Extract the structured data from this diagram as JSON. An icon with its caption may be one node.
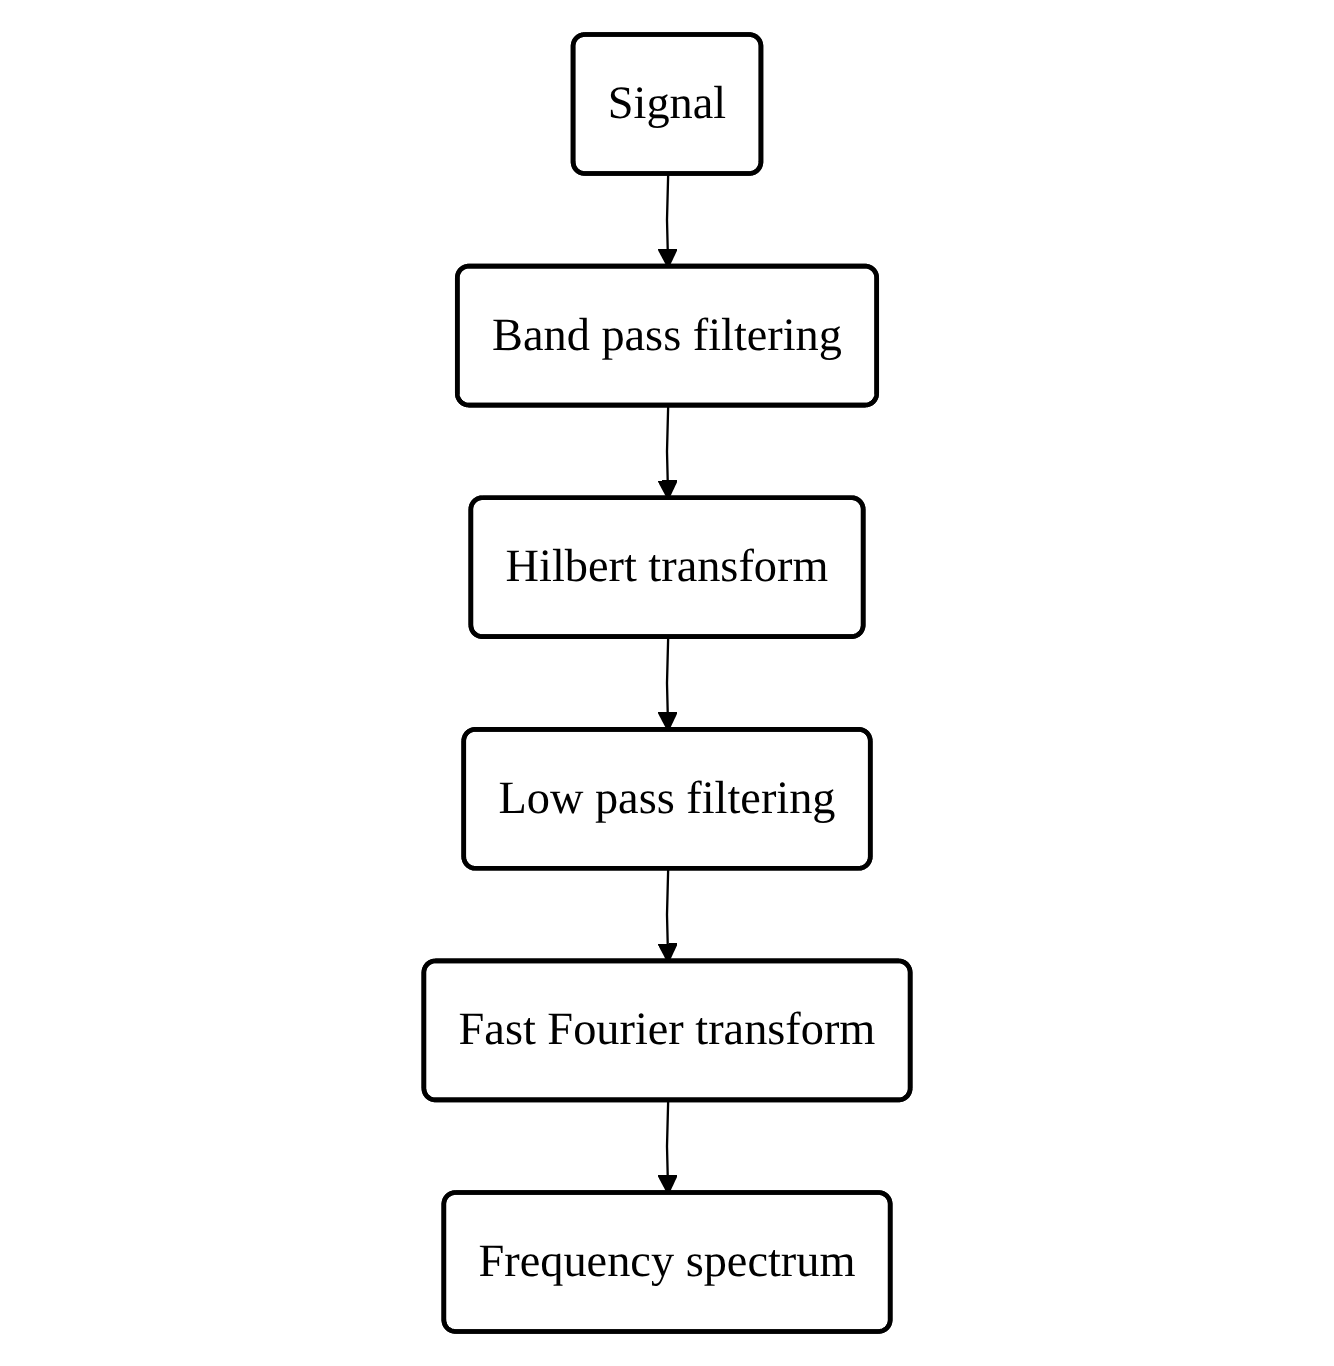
{
  "diagram": {
    "nodes": [
      {
        "text": [
          "Signal"
        ]
      },
      {
        "text": [
          "Band pass filtering"
        ]
      },
      {
        "text": [
          "Hilbert transform"
        ]
      },
      {
        "text": [
          "Low pass filtering"
        ]
      },
      {
        "text": [
          "Fast Fourier transform"
        ]
      },
      {
        "text": [
          "Frequency spectrum"
        ]
      }
    ],
    "edges": [
      {
        "from": 0,
        "to": 1,
        "arrow": "to"
      },
      {
        "from": 1,
        "to": 2,
        "arrow": "to"
      },
      {
        "from": 2,
        "to": 3,
        "arrow": "to"
      },
      {
        "from": 3,
        "to": 4,
        "arrow": "to"
      },
      {
        "from": 4,
        "to": 5,
        "arrow": "to"
      }
    ]
  }
}
